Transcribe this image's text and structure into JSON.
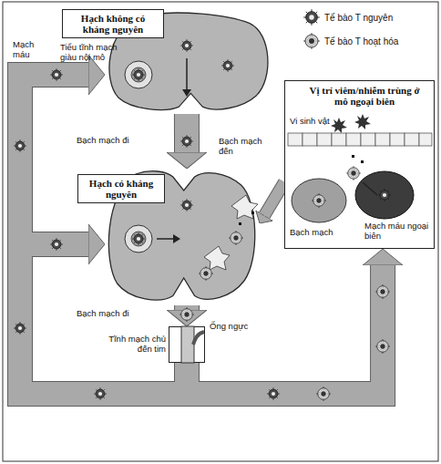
{
  "diagram": {
    "nodes": [
      {
        "text": [
          "Hạch không có kháng nguyên"
        ]
      },
      {
        "text": [
          "Hạch có kháng nguyên"
        ]
      },
      {
        "text": [
          "Vị trí viêm/nhiễm trùng ở mô ngoại biên"
        ]
      },
      {
        "text": [
          "Ống ngực",
          "Tĩnh mạch chủ đến tim"
        ]
      }
    ],
    "edges": [
      {
        "from": 0,
        "to": 1,
        "label": "Bạch mạch đi",
        "arrow": "to"
      },
      {
        "from": 1,
        "to": 3,
        "label": "Bạch mạch đi",
        "arrow": "to"
      },
      {
        "from": 3,
        "to": 2,
        "arrow": "to"
      },
      {
        "from": 3,
        "to": 0,
        "label": "Mạch máu",
        "arrow": "to"
      },
      {
        "from": 3,
        "to": 1,
        "arrow": "to"
      },
      {
        "from": 2,
        "to": 1,
        "label": "Bạch mạch đến",
        "arrow": "to"
      }
    ],
    "labels": [
      "Tiểu tĩnh mạch giàu nội mô",
      "Vi sinh vật",
      "Bạch mạch",
      "Mạch máu ngoại biên"
    ],
    "legend": [
      {
        "text": "Tế bào T nguyên"
      },
      {
        "text": "Tế bào T hoạt hóa"
      }
    ]
  }
}
